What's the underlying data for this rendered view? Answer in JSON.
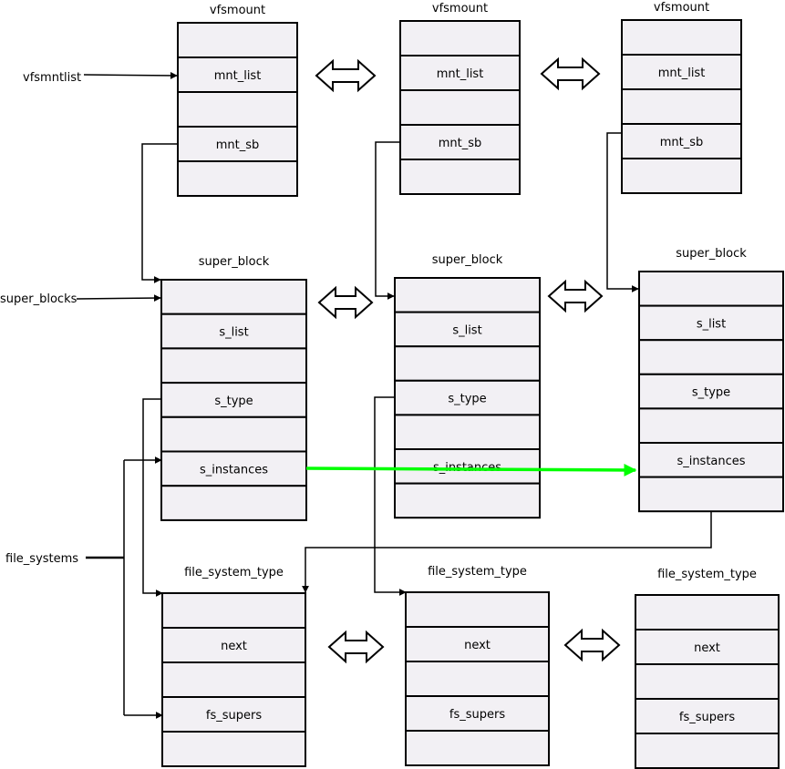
{
  "colors": {
    "cell_fill": "#f2f0f4",
    "stroke": "#000000",
    "highlight_arrow": "#00ff00",
    "background": "#ffffff"
  },
  "external_labels": {
    "vfsmntlist": "vfsmntlist",
    "super_blocks": "super_blocks",
    "file_systems": "file_systems"
  },
  "vfsmounts": [
    {
      "title": "vfsmount",
      "cells": [
        "",
        "mnt_list",
        "",
        "mnt_sb",
        ""
      ]
    },
    {
      "title": "vfsmount",
      "cells": [
        "",
        "mnt_list",
        "",
        "mnt_sb",
        ""
      ]
    },
    {
      "title": "vfsmount",
      "cells": [
        "",
        "mnt_list",
        "",
        "mnt_sb",
        ""
      ]
    }
  ],
  "super_blocks": [
    {
      "title": "super_block",
      "cells": [
        "",
        "s_list",
        "",
        "s_type",
        "",
        "s_instances",
        ""
      ]
    },
    {
      "title": "super_block",
      "cells": [
        "",
        "s_list",
        "",
        "s_type",
        "",
        "s_instances",
        ""
      ]
    },
    {
      "title": "super_block",
      "cells": [
        "",
        "s_list",
        "",
        "s_type",
        "",
        "s_instances",
        ""
      ]
    }
  ],
  "file_system_types": [
    {
      "title": "file_system_type",
      "cells": [
        "",
        "next",
        "",
        "fs_supers",
        ""
      ]
    },
    {
      "title": "file_system_type",
      "cells": [
        "",
        "next",
        "",
        "fs_supers",
        ""
      ]
    },
    {
      "title": "file_system_type",
      "cells": [
        "",
        "next",
        "",
        "fs_supers",
        ""
      ]
    }
  ]
}
